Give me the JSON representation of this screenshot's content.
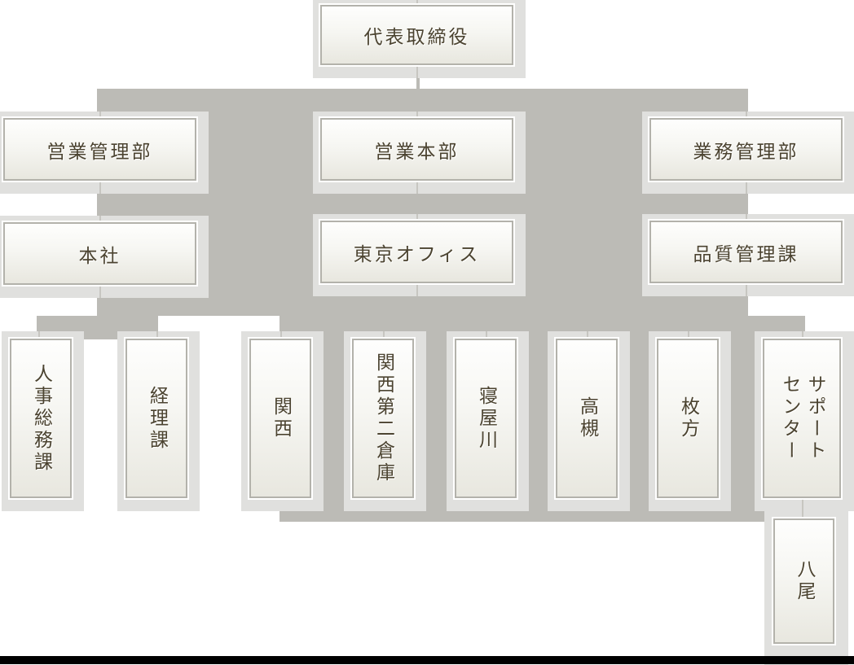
{
  "chart": {
    "type": "org-chart",
    "root": {
      "label": "代表取締役",
      "children": [
        {
          "label": "営業管理部",
          "children": [
            {
              "label": "本社",
              "children": [
                {
                  "label": "人事総務課"
                },
                {
                  "label": "経理課"
                }
              ]
            }
          ]
        },
        {
          "label": "営業本部",
          "children": [
            {
              "label": "東京オフィス",
              "children": [
                {
                  "label": "関西"
                },
                {
                  "label": "関西第二倉庫"
                },
                {
                  "label": "寝屋川"
                },
                {
                  "label": "高槻"
                },
                {
                  "label": "枚方"
                },
                {
                  "label": "サポート\nセンター",
                  "children": [
                    {
                      "label": "八尾"
                    }
                  ]
                }
              ]
            }
          ]
        },
        {
          "label": "業務管理部",
          "children": [
            {
              "label": "品質管理課"
            }
          ]
        }
      ]
    }
  },
  "nodes": {
    "ceo": "代表取締役",
    "sales_admin": "営業管理部",
    "sales_hq": "営業本部",
    "ops_admin": "業務管理部",
    "head_office": "本社",
    "tokyo_office": "東京オフィス",
    "quality_control": "品質管理課",
    "hr_general_affairs": "人事総務課",
    "accounting": "経理課",
    "kansai": "関西",
    "kansai_warehouse2": "関西第二倉庫",
    "neyagawa": "寝屋川",
    "takatsuki": "高槻",
    "hirakata": "枚方",
    "support_center": "サポート\nセンター",
    "yao": "八尾"
  },
  "colors": {
    "connector": "#bcbbb6",
    "node_pad": "#e0e0de",
    "node_border": "#b3b2ab",
    "node_fill_top": "#fefefd",
    "node_fill_bottom": "#e8e7df",
    "text": "#4b4330"
  }
}
